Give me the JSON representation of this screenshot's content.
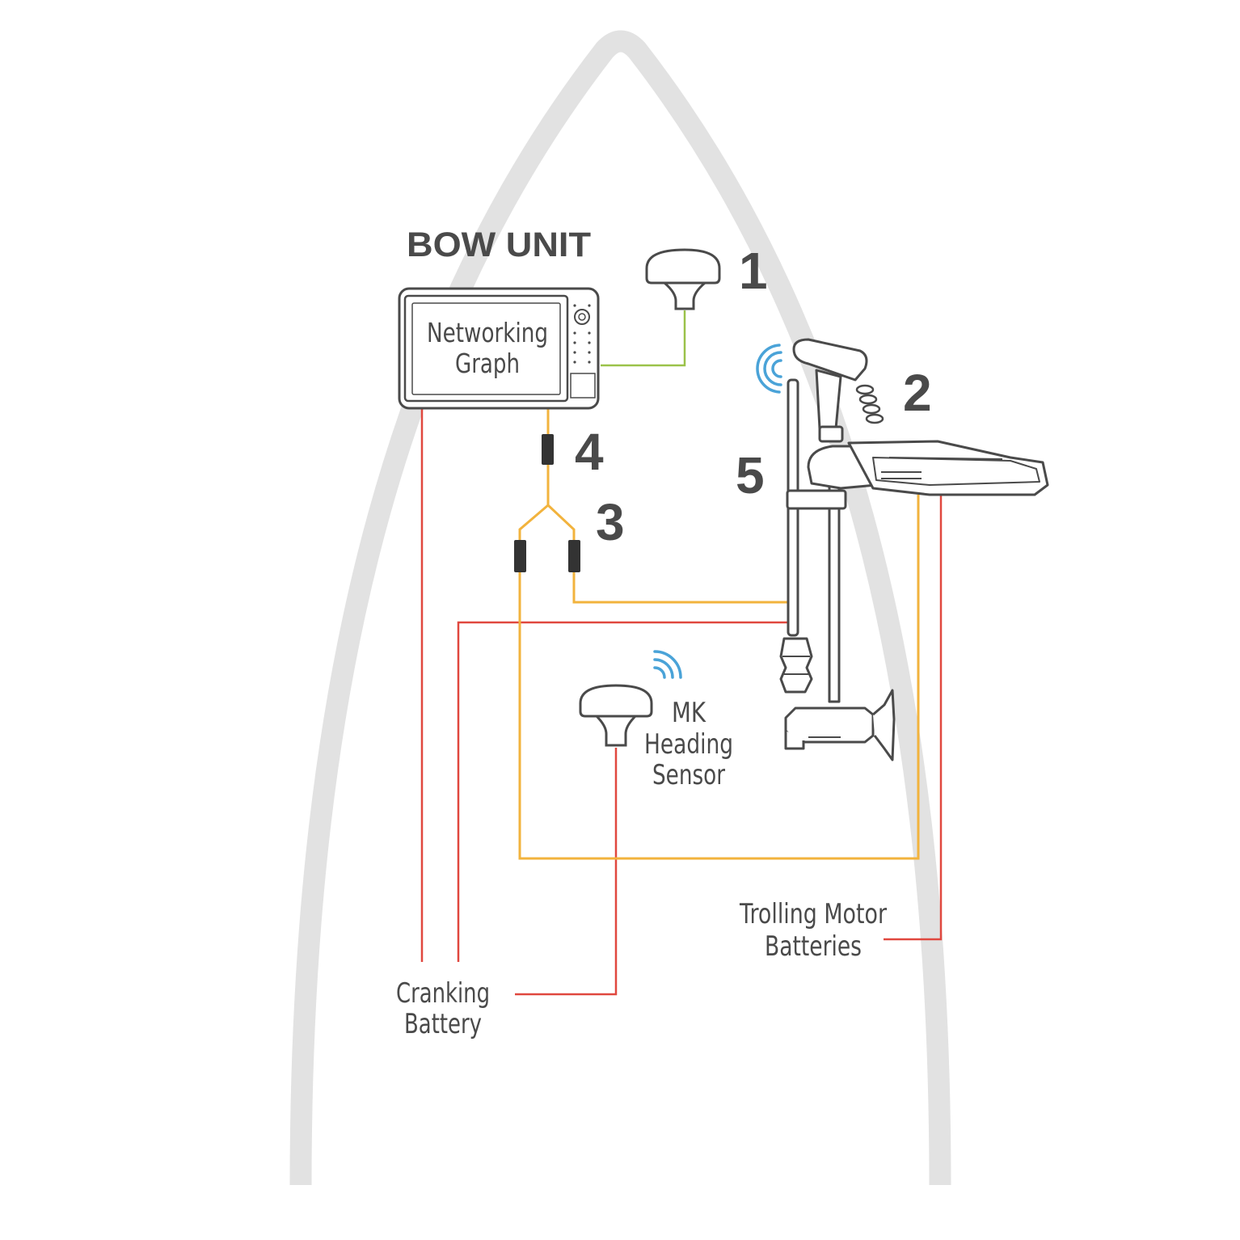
{
  "title": "BOW UNIT",
  "display_label_line1": "Networking",
  "display_label_line2": "Graph",
  "callouts": {
    "n1": "1",
    "n2": "2",
    "n3": "3",
    "n4": "4",
    "n5": "5"
  },
  "heading_sensor": {
    "line1": "MK",
    "line2": "Heading",
    "line3": "Sensor"
  },
  "cranking_battery": {
    "line1": "Cranking",
    "line2": "Battery"
  },
  "trolling_batteries": {
    "line1": "Trolling Motor",
    "line2": "Batteries"
  },
  "colors": {
    "hull": "#e2e2e2",
    "power_wire": "#e0483f",
    "network_wire": "#f2b33d",
    "gps_wire": "#9bc24a",
    "wireless": "#4aa3d8",
    "outline": "#4a4a4a",
    "text": "#4a4a4a"
  }
}
